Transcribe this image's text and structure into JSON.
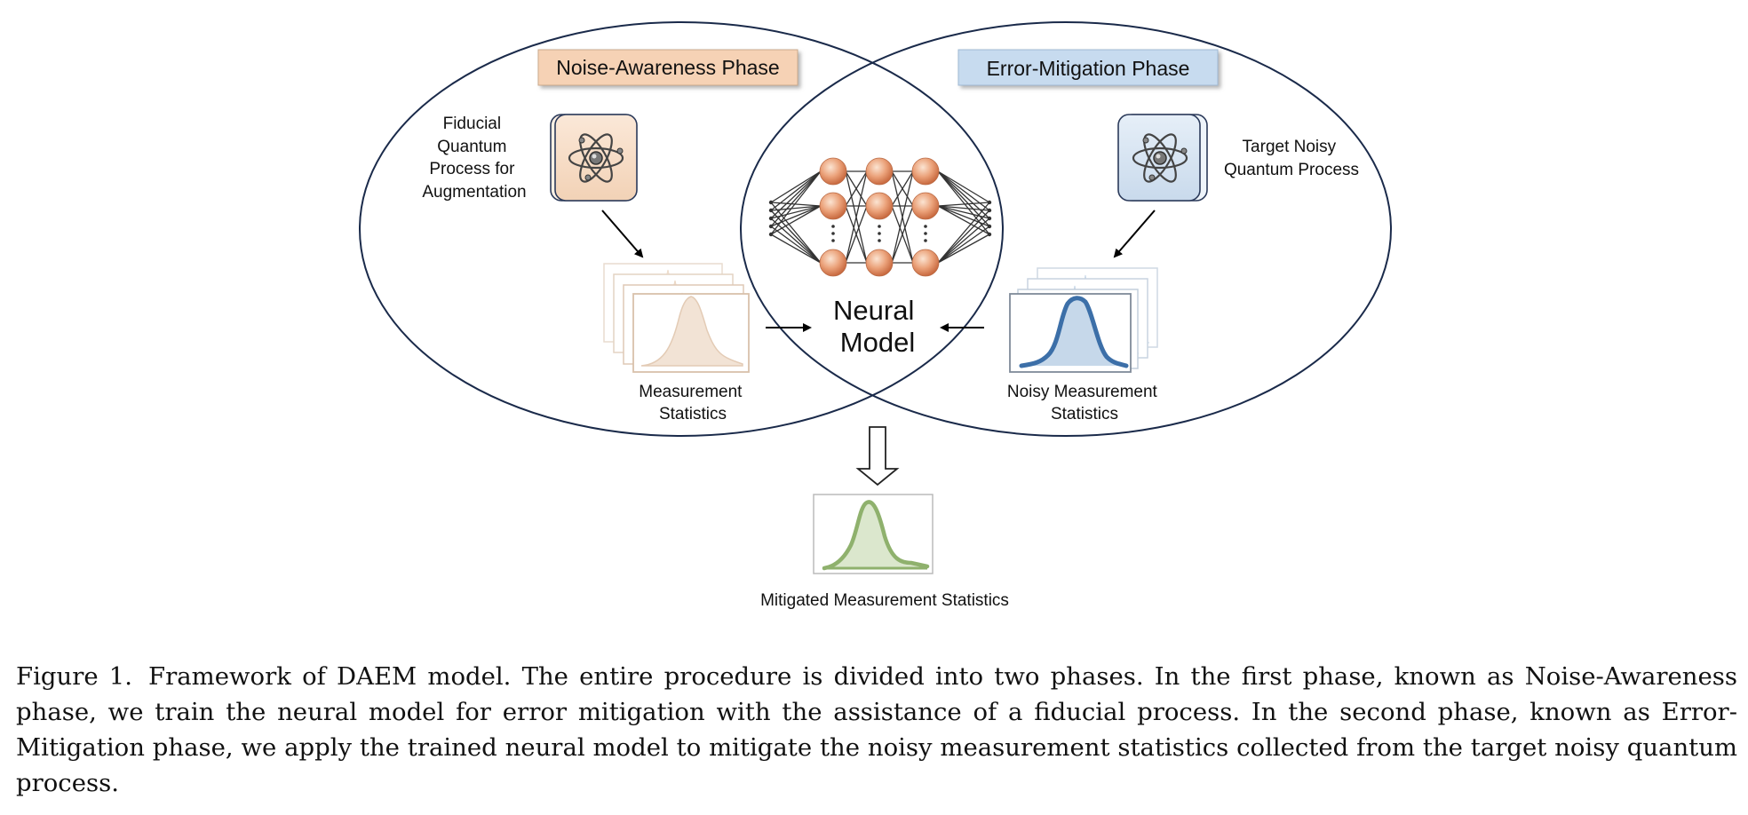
{
  "diagram": {
    "left_phase_label": "Noise-Awareness Phase",
    "right_phase_label": "Error-Mitigation Phase",
    "left_process_label": [
      "Fiducial",
      "Quantum",
      "Process for",
      "Augmentation"
    ],
    "right_process_label": [
      "Target Noisy",
      "Quantum Process"
    ],
    "left_stats_label": [
      "Measurement",
      "Statistics"
    ],
    "right_stats_label": [
      "Noisy Measurement",
      "Statistics"
    ],
    "center_label": [
      "Neural",
      "Model"
    ],
    "output_label": "Mitigated Measurement Statistics",
    "icons": [
      "atom-icon",
      "neural-network-icon",
      "distribution-plot-icon",
      "down-arrow-icon"
    ],
    "colors": {
      "left_phase_fill": "#f6d2b5",
      "right_phase_fill": "#c7dbef",
      "left_stats": "#e9d4c0",
      "right_stats": "#3c6fa8",
      "output_stats": "#8fb16d",
      "ellipse_stroke": "#1a2a4a"
    }
  },
  "caption": {
    "label": "Figure 1.",
    "text": "Framework of DAEM model. The entire procedure is divided into two phases. In the first phase, known as Noise-Awareness phase, we train the neural model for error mitigation with the assistance of a fiducial process. In the second phase, known as Error-Mitigation phase, we apply the trained neural model to mitigate the noisy measurement statistics collected from the target noisy quantum process."
  }
}
